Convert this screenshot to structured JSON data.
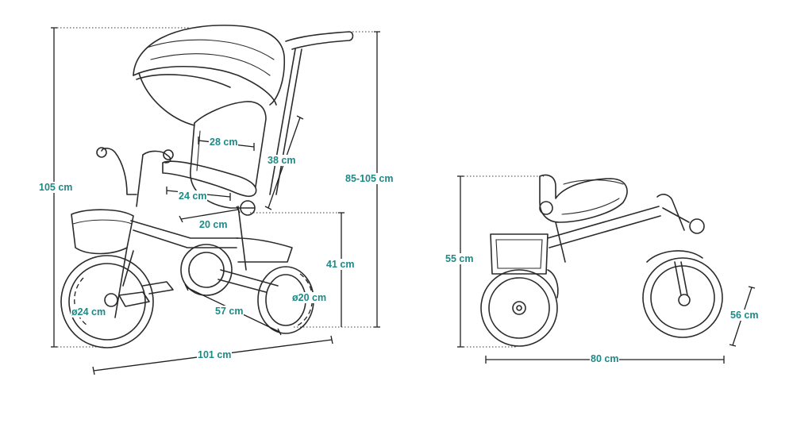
{
  "colors": {
    "label": "#1d8a86",
    "drawing": "#2b2b2b",
    "background": "#ffffff"
  },
  "left_view": {
    "dimensions": {
      "overall_height": "105 cm",
      "handle_height": "85-105 cm",
      "backrest_height": "38 cm",
      "seat_width": "28 cm",
      "seat_depth": "24 cm",
      "seat_width_lower": "20 cm",
      "seat_to_ground": "41 cm",
      "front_wheel_diameter": "ø24 cm",
      "rear_wheel_diameter": "ø20 cm",
      "wheelbase": "57 cm",
      "overall_length": "101 cm"
    }
  },
  "right_view": {
    "dimensions": {
      "folded_height": "55 cm",
      "folded_length": "80 cm",
      "folded_width": "56 cm"
    }
  }
}
